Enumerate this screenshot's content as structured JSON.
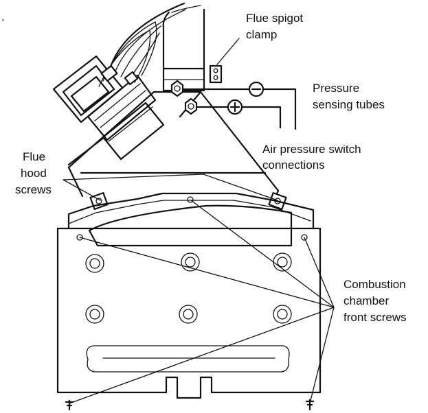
{
  "labels": {
    "flue_spigot_clamp_line1": "Flue spigot",
    "flue_spigot_clamp_line2": "clamp",
    "pressure_tubes_line1": "Pressure",
    "pressure_tubes_line2": "sensing tubes",
    "air_switch_line1": "Air pressure switch",
    "air_switch_line2": "connections",
    "flue_hood_line1": "Flue",
    "flue_hood_line2": "hood",
    "flue_hood_line3": "screws",
    "combustion_line1": "Combustion",
    "combustion_line2": "chamber",
    "combustion_line3": "front screws",
    "corner_mark": "."
  },
  "symbols": {
    "minus": "−",
    "plus": "+"
  }
}
